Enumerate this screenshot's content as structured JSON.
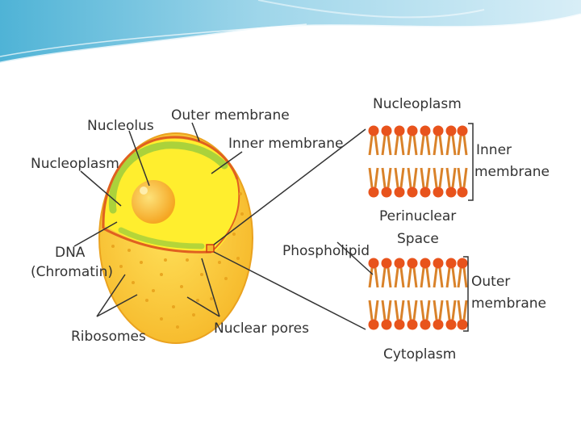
{
  "labels": {
    "nucleolus": "Nucleolus",
    "outer_membrane": "Outer membrane",
    "inner_membrane": "Inner membrane",
    "nucleoplasm_left": "Nucleoplasm",
    "dna_line1": "DNA",
    "dna_line2": "(Chromatin)",
    "ribosomes": "Ribosomes",
    "nuclear_pores": "Nuclear pores",
    "phospholipid": "Phospholipid",
    "nucleoplasm_right": "Nucleoplasm",
    "inner_membrane_right_line1": "Inner",
    "inner_membrane_right_line2": "membrane",
    "perinuclear_line1": "Perinuclear",
    "perinuclear_line2": "Space",
    "outer_membrane_right_line1": "Outer",
    "outer_membrane_right_line2": "membrane",
    "cytoplasm": "Cytoplasm"
  },
  "colors": {
    "sky_light": "#d8eef7",
    "sky_mid": "#9fd6ea",
    "sky_dark": "#4fb3d6",
    "cell_outer": "#f6b92b",
    "cell_inner": "#ffd83a",
    "nucleoplasm": "#ffee2e",
    "nucleolus": "#f7bb2a",
    "membrane": "#e06020",
    "chromatin": "#9ccc3d",
    "lipid_head": "#e8531c",
    "lipid_tail": "#d9822a",
    "text": "#333333",
    "leader": "#333333"
  },
  "icons": {
    "nucleus": "cell-nucleus-icon",
    "bilayer": "phospholipid-bilayer-icon"
  }
}
